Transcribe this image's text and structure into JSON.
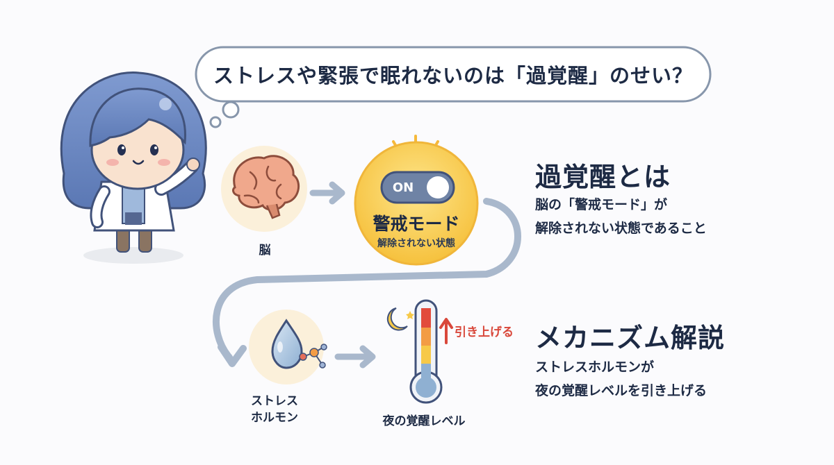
{
  "question": "ストレスや緊張で眠れないのは「過覚醒」のせい？",
  "brain": {
    "label": "脳"
  },
  "alert_mode": {
    "toggle": "ON",
    "title": "警戒モード",
    "subtitle": "解除されない状態"
  },
  "stress_hormone": {
    "line1": "ストレス",
    "line2": "ホルモン"
  },
  "thermometer": {
    "label": "夜の覚醒レベル",
    "raise_label": "引き上げる"
  },
  "definition": {
    "heading": "過覚醒とは",
    "line1": "脳の「警戒モード」が",
    "line2": "解除されない状態であること"
  },
  "mechanism": {
    "heading": "メカニズム解説",
    "line1": "ストレスホルモンが",
    "line2": "夜の覚醒レベルを引き上げる"
  },
  "colors": {
    "navy": "#1d2a44",
    "arrow": "#a9b8cc",
    "accent_yellow": "#f7c948",
    "circle_cream": "#fbf0da",
    "red": "#d9483b"
  },
  "icons": [
    "doctor-character",
    "brain-icon",
    "toggle-on-icon",
    "water-drop-icon",
    "molecule-icon",
    "crescent-moon-icon",
    "thermometer-icon",
    "up-arrow-icon"
  ]
}
